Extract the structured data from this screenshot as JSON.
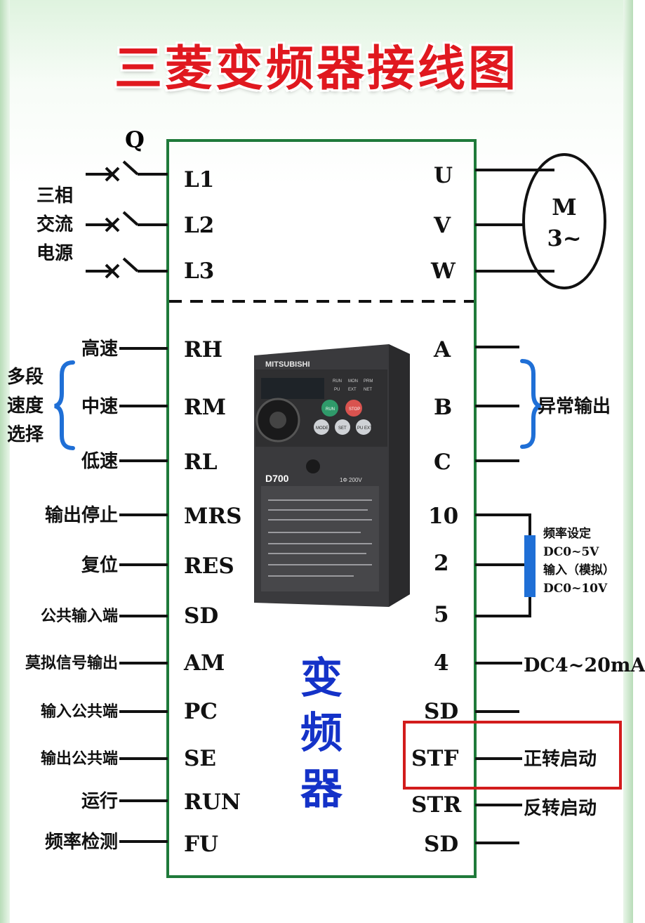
{
  "title": "三菱变频器接线图",
  "input_switch_label": "Q",
  "power_source_label": [
    "三相",
    "交流",
    "电源"
  ],
  "power_terminals": [
    "L1",
    "L2",
    "L3"
  ],
  "output_terminals": [
    "U",
    "V",
    "W"
  ],
  "motor": {
    "line1": "M",
    "line2": "3~"
  },
  "speed_group_label": [
    "多段",
    "速度",
    "选择"
  ],
  "left_terminals": [
    {
      "label": "高速",
      "terminal": "RH"
    },
    {
      "label": "中速",
      "terminal": "RM"
    },
    {
      "label": "低速",
      "terminal": "RL"
    },
    {
      "label": "输出停止",
      "terminal": "MRS"
    },
    {
      "label": "复位",
      "terminal": "RES"
    },
    {
      "label": "公共输入端",
      "terminal": "SD"
    },
    {
      "label": "莫拟信号输出",
      "terminal": "AM"
    },
    {
      "label": "输入公共端",
      "terminal": "PC"
    },
    {
      "label": "输出公共端",
      "terminal": "SE"
    },
    {
      "label": "运行",
      "terminal": "RUN"
    },
    {
      "label": "频率检测",
      "terminal": "FU"
    }
  ],
  "alarm_terminals": [
    "A",
    "B",
    "C"
  ],
  "alarm_label": "异常输出",
  "analog_terminals": [
    "10",
    "2",
    "5"
  ],
  "analog_label": [
    "频率设定",
    "DC0~5V",
    "输入（模拟）",
    "DC0~10V"
  ],
  "right_terminals": [
    {
      "terminal": "4",
      "label": "DC4~20mA"
    },
    {
      "terminal": "SD",
      "label": ""
    },
    {
      "terminal": "STF",
      "label": "正转启动"
    },
    {
      "terminal": "STR",
      "label": "反转启动"
    },
    {
      "terminal": "SD",
      "label": ""
    }
  ],
  "inverter_label": [
    "变",
    "频",
    "器"
  ],
  "device": {
    "brand": "MITSUBISHI",
    "model": "D700",
    "rating": "1Φ 200V",
    "led_labels": [
      "RUN",
      "MON",
      "PRM",
      "PU",
      "EXT",
      "NET"
    ],
    "buttons": [
      "RUN",
      "STOP",
      "MODE",
      "SET",
      "PU EXT"
    ]
  },
  "colors": {
    "title": "#e0181f",
    "frame": "#1f7a3a",
    "bracket": "#1f6fd6",
    "inverter_text": "#1432c8",
    "highlight": "#d21c1c"
  }
}
